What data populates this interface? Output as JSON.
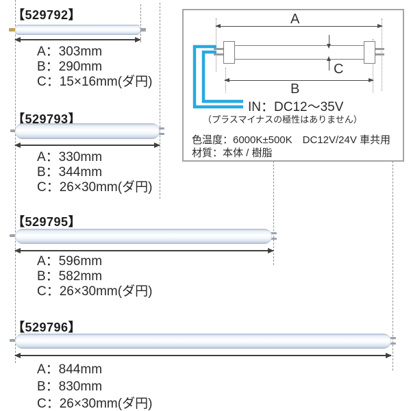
{
  "diagram": {
    "dim_a": "A",
    "dim_b": "B",
    "dim_c": "C",
    "input_label": "IN：DC12～35V",
    "polarity_note": "（プラスマイナスの極性はありません）",
    "color_temp": "色温度：6000K±500K　DC12V/24V 車共用",
    "material": "材質：本体 / 樹脂",
    "wire_color": "#29a9e1"
  },
  "products": [
    {
      "code": "【529792】",
      "specs": [
        "A：303mm",
        "B：290mm",
        "C：15×16mm(ダ円)"
      ]
    },
    {
      "code": "【529793】",
      "specs": [
        "A：330mm",
        "B：344mm",
        "C：26×30mm(ダ円)"
      ]
    },
    {
      "code": "【529795】",
      "specs": [
        "A：596mm",
        "B：582mm",
        "C：26×30mm(ダ円)"
      ]
    },
    {
      "code": "【529796】",
      "specs": [
        "A：844mm",
        "B：830mm",
        "C：26×30mm(ダ円)"
      ]
    }
  ]
}
